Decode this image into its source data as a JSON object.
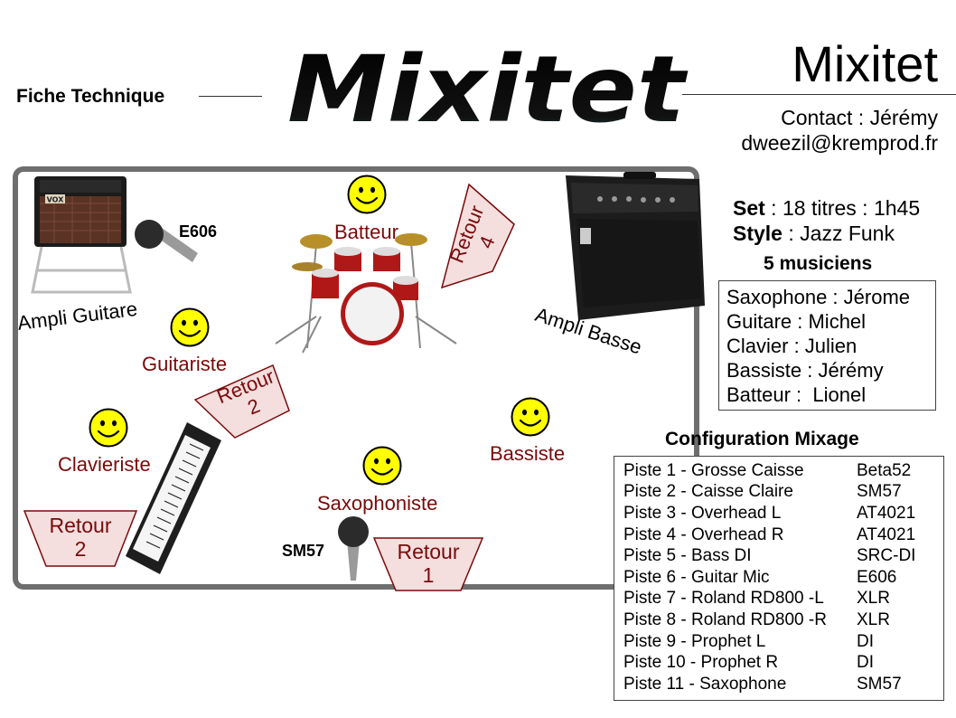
{
  "header": {
    "fiche": "Fiche Technique",
    "logo_text": "Mixitet",
    "band_name": "Mixitet",
    "contact_line1": "Contact : Jérémy",
    "contact_line2": "dweezil@kremprod.fr"
  },
  "stage": {
    "batteur": "Batteur",
    "guitariste": "Guitariste",
    "clavieriste": "Clavieriste",
    "saxophoniste": "Saxophoniste",
    "bassiste": "Bassiste",
    "ampli_guitare": "Ampli Guitare",
    "ampli_basse": "Ampli Basse",
    "vox_badge": "VOX",
    "mic_e606": "E606",
    "mic_sm57": "SM57",
    "retour4": [
      "Retour",
      "4"
    ],
    "retour2a": [
      "Retour",
      "2"
    ],
    "retour2b": [
      "Retour",
      "2"
    ],
    "retour1": [
      "Retour",
      "1"
    ]
  },
  "info": {
    "set_label": "Set",
    "set_value": " : 18 titres : 1h45",
    "style_label": "Style",
    "style_value": " : Jazz Funk",
    "musicians_title": "5 musiciens",
    "musicians": [
      "Saxophone : Jérome",
      "Guitare : Michel",
      "Clavier : Julien",
      "Bassiste : Jérémy",
      "Batteur :  Lionel"
    ]
  },
  "mixage": {
    "title": "Configuration Mixage",
    "rows": [
      {
        "piste": "Piste 1 - Grosse Caisse",
        "mic": "Beta52"
      },
      {
        "piste": "Piste 2 - Caisse Claire",
        "mic": "SM57"
      },
      {
        "piste": "Piste 3 - Overhead L",
        "mic": "AT4021"
      },
      {
        "piste": "Piste 4 - Overhead R",
        "mic": "AT4021"
      },
      {
        "piste": "Piste 5 - Bass DI",
        "mic": "SRC-DI"
      },
      {
        "piste": "Piste 6 - Guitar Mic",
        "mic": "E606"
      },
      {
        "piste": "Piste 7 - Roland RD800 -L",
        "mic": "XLR"
      },
      {
        "piste": "Piste 8 - Roland RD800 -R",
        "mic": "XLR"
      },
      {
        "piste": "Piste 9 - Prophet L",
        "mic": "DI"
      },
      {
        "piste": "Piste 10 - Prophet R",
        "mic": "DI"
      },
      {
        "piste": "Piste 11 - Saxophone",
        "mic": "SM57"
      }
    ]
  },
  "colors": {
    "musician_label": "#7a0a0a",
    "stage_border": "#6e6e6e",
    "retour_fill": "#f4dede",
    "smiley_fill": "#ffff00"
  }
}
